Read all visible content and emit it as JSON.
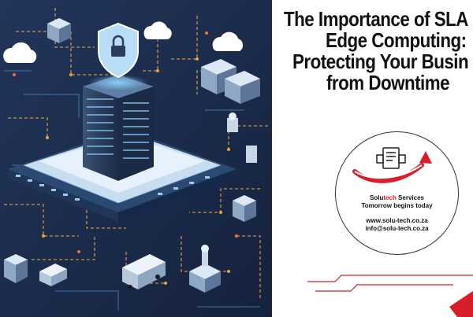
{
  "title": {
    "line1": "The Importance of SLA",
    "line2": "Edge Computing:",
    "line3": "Protecting Your Busin",
    "line4": "from Downtime"
  },
  "company": {
    "name_prefix": "Solu",
    "name_accent": "tech",
    "name_suffix": " Services",
    "tagline": "Tomorrow begins today",
    "website": "www.solu-tech.co.za",
    "email": "info@solu-tech.co.za"
  },
  "colors": {
    "background_dark": "#1b2a4a",
    "accent_red": "#d81e2a",
    "circuit_orange": "#e8a43a",
    "server_dark": "#2c3f5f",
    "platform_light": "#c9ddf0"
  },
  "icons": [
    "shield-lock-icon",
    "cloud-icon",
    "server-icon",
    "truck-icon",
    "robot-arm-icon",
    "arrow-up-icon"
  ]
}
